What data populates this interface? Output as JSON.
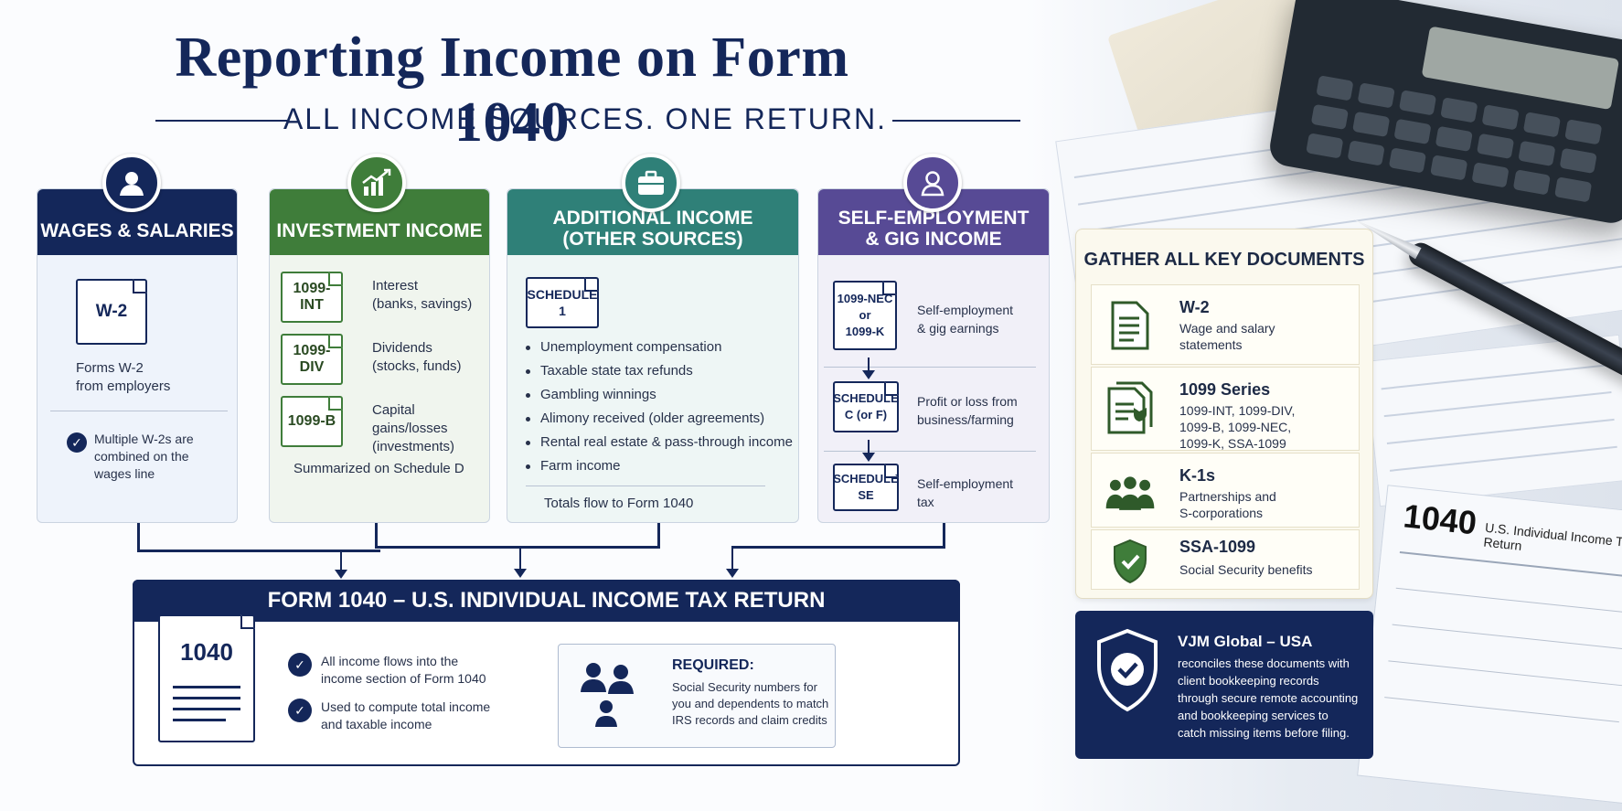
{
  "title": "Reporting Income on Form 1040",
  "subtitle": "ALL INCOME SOURCES. ONE RETURN.",
  "cards": {
    "wages": {
      "header": "WAGES & SALARIES",
      "doc": "W-2",
      "line1": "Forms W-2",
      "line2": "from employers",
      "note1": "Multiple W-2s are",
      "note2": "combined on the",
      "note3": "wages line"
    },
    "investment": {
      "header": "INVESTMENT INCOME",
      "items": [
        {
          "doc": "1099-INT",
          "l1": "Interest",
          "l2": "(banks, savings)"
        },
        {
          "doc": "1099-DIV",
          "l1": "Dividends",
          "l2": "(stocks, funds)"
        },
        {
          "doc": "1099-B",
          "l1": "Capital gains/losses",
          "l2": "(investments)"
        }
      ],
      "footer": "Summarized on Schedule D"
    },
    "additional": {
      "header1": "ADDITIONAL INCOME",
      "header2": "(OTHER SOURCES)",
      "doc1": "SCHEDULE",
      "doc2": "1",
      "bullets": [
        "Unemployment compensation",
        "Taxable state tax refunds",
        "Gambling winnings",
        "Alimony received (older agreements)",
        "Rental real estate & pass-through income",
        "Farm income"
      ],
      "footer": "Totals flow to Form 1040"
    },
    "self": {
      "header1": "SELF-EMPLOYMENT",
      "header2": "& GIG INCOME",
      "items": [
        {
          "d1": "1099-NEC",
          "d2": "or",
          "d3": "1099-K",
          "l1": "Self-employment",
          "l2": "& gig earnings"
        },
        {
          "d1": "SCHEDULE",
          "d2": "C (or F)",
          "l1": "Profit or loss from",
          "l2": "business/farming"
        },
        {
          "d1": "SCHEDULE",
          "d2": "SE",
          "l1": "Self-employment",
          "l2": "tax"
        }
      ]
    }
  },
  "form1040": {
    "header": "FORM 1040 – U.S. INDIVIDUAL INCOME TAX RETURN",
    "doc": "1040",
    "check1a": "All income flows into the",
    "check1b": "income section of Form 1040",
    "check2a": "Used to compute total income",
    "check2b": "and taxable income",
    "req_title": "REQUIRED:",
    "req1": "Social Security numbers for",
    "req2": "you and dependents to match",
    "req3": "IRS records and claim credits"
  },
  "gather": {
    "header": "GATHER ALL KEY DOCUMENTS",
    "items": [
      {
        "title": "W-2",
        "d1": "Wage and salary",
        "d2": "statements",
        "d3": "",
        "d4": "",
        "icon": "document-icon"
      },
      {
        "title": "1099 Series",
        "d1": "1099-INT, 1099-DIV,",
        "d2": "1099-B, 1099-NEC,",
        "d3": "1099-K, SSA-1099",
        "d4": "",
        "icon": "documents-stack-icon"
      },
      {
        "title": "K-1s",
        "d1": "Partnerships and",
        "d2": "S-corporations",
        "d3": "",
        "d4": "",
        "icon": "people-group-icon"
      },
      {
        "title": "SSA-1099",
        "d1": "Social Security benefits",
        "d2": "",
        "d3": "",
        "d4": "",
        "icon": "shield-check-icon"
      }
    ]
  },
  "vjm": {
    "title": "VJM Global – USA",
    "l1": "reconciles these documents with",
    "l2": "client bookkeeping records",
    "l3": "through secure remote accounting",
    "l4": "and bookkeeping services to",
    "l5": "catch missing items before filing."
  },
  "photo": {
    "form_number": "1040",
    "form_title": "U.S. Individual Income Tax Return"
  },
  "colors": {
    "navy": "#14275a",
    "green": "#3f7d3a",
    "teal": "#2f8078",
    "purple": "#574a95"
  }
}
